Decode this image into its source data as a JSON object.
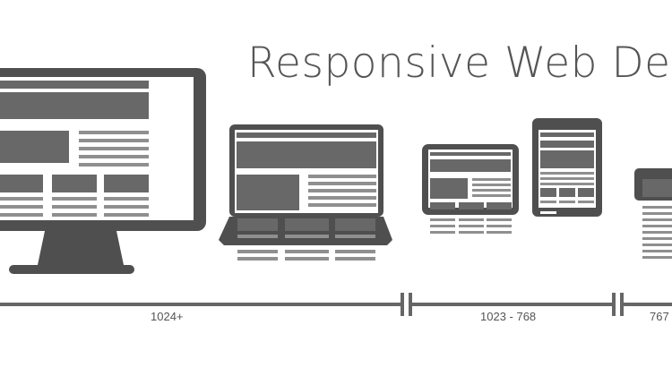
{
  "title": "Responsive Web Design",
  "ranges": [
    {
      "label": "1024+"
    },
    {
      "label": "1023 - 768"
    },
    {
      "label": "767"
    }
  ],
  "devices": [
    "desktop-monitor",
    "laptop",
    "tablet-landscape",
    "tablet-portrait",
    "mobile-phone"
  ],
  "colors": {
    "device_frame": "#4f4f4f",
    "content_block": "#686868",
    "text_lines": "#8f8f8f",
    "screen": "#ffffff",
    "timeline": "#666666",
    "title_text": "#555555"
  }
}
